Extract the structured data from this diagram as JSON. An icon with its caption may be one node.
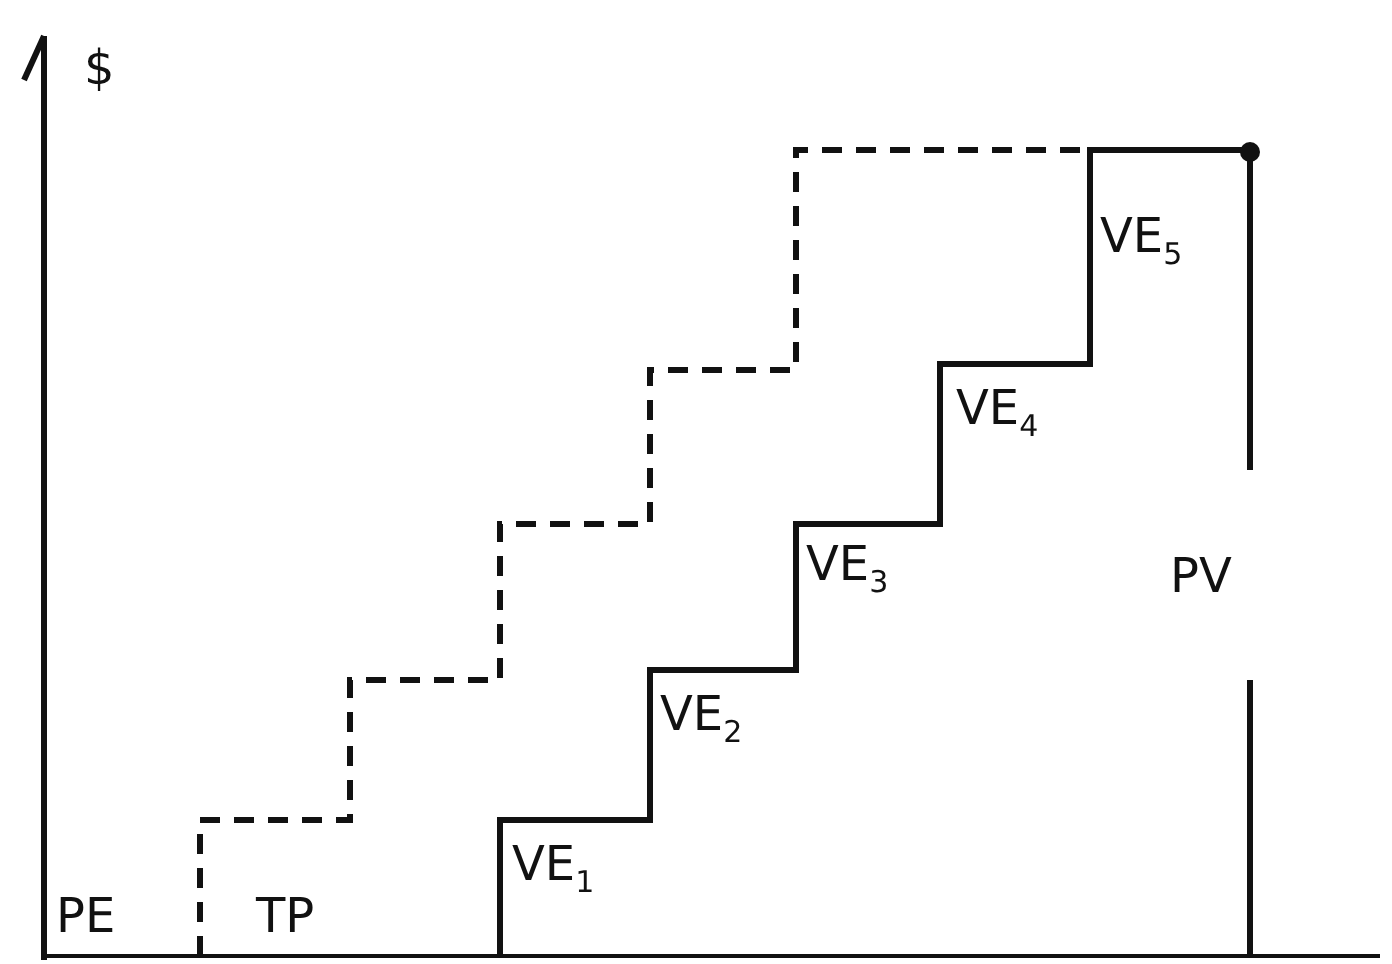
{
  "diagram": {
    "labels": [
      "$",
      "VE$_{5}$",
      "VE$_{4}$",
      "VE$_{3}$",
      "PV",
      "VE$_{2}$",
      "VE$_{1}$",
      "PE",
      "TP"
    ]
  }
}
